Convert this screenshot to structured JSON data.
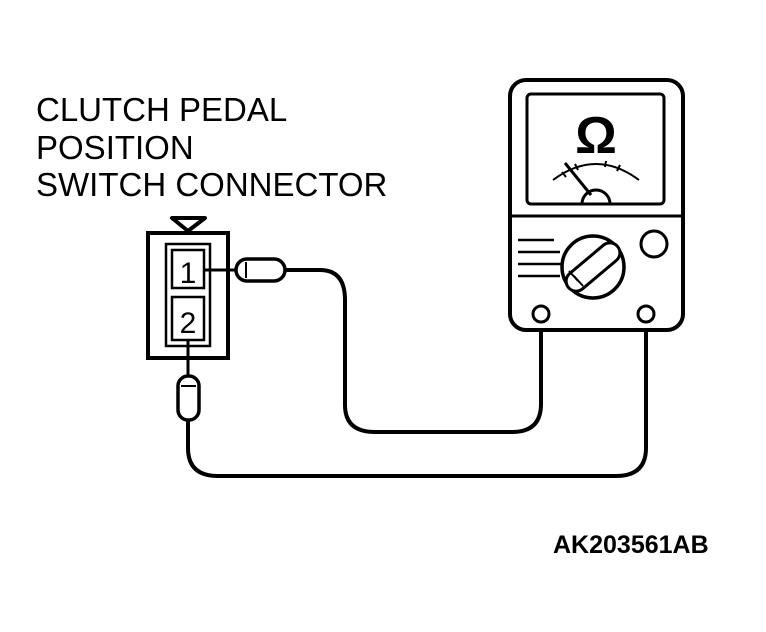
{
  "diagram": {
    "title_lines": [
      "CLUTCH PEDAL",
      "POSITION",
      "SWITCH CONNECTOR"
    ],
    "connector": {
      "terminals": [
        {
          "label": "1"
        },
        {
          "label": "2"
        }
      ]
    },
    "meter": {
      "symbol": "Ω",
      "icon": "ohmmeter-icon"
    },
    "reference_code": "AK203561AB"
  }
}
